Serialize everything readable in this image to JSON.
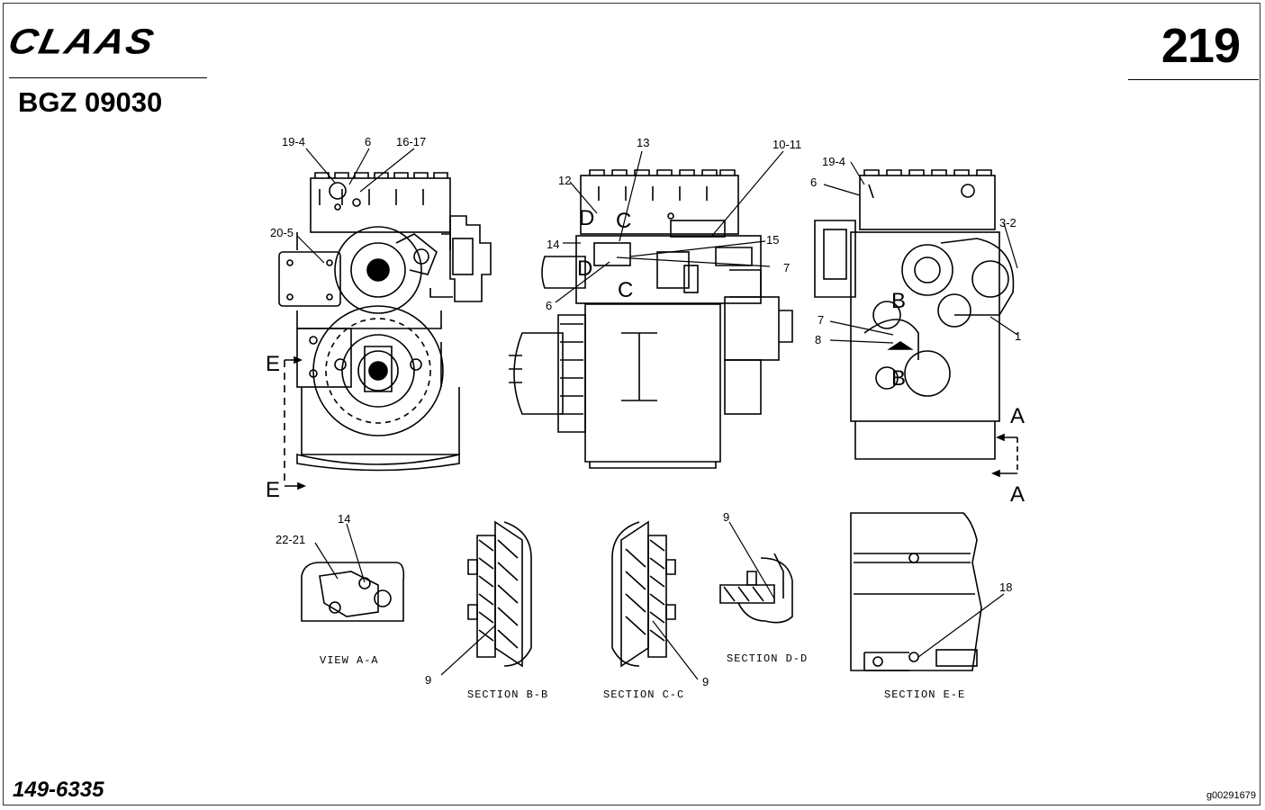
{
  "header": {
    "brand": "CLAAS",
    "page_number": "219",
    "doc_code": "BGZ 09030"
  },
  "footer": {
    "part_code": "149-6335",
    "image_id": "g00291679"
  },
  "callouts": {
    "front_19_4": "19-4",
    "front_6": "6",
    "front_16_17": "16-17",
    "front_20_5": "20-5",
    "front_E_top": "E",
    "front_E_bottom": "E",
    "side_13": "13",
    "side_12": "12",
    "side_10_11": "10-11",
    "side_14": "14",
    "side_15": "15",
    "side_7": "7",
    "side_6": "6",
    "side_D_top": "D",
    "side_C_top": "C",
    "side_D_bottom": "D",
    "side_C_bottom": "C",
    "rear_19_4": "19-4",
    "rear_6": "6",
    "rear_3_2": "3-2",
    "rear_7": "7",
    "rear_8": "8",
    "rear_1": "1",
    "rear_B_top": "B",
    "rear_B_bottom": "B",
    "rear_A_top": "A",
    "rear_A_bottom": "A",
    "va_22_21": "22-21",
    "va_14": "14",
    "bb_9": "9",
    "cc_9": "9",
    "dd_9": "9",
    "ee_18": "18"
  },
  "captions": {
    "view_a": "VIEW A-A",
    "section_b": "SECTION B-B",
    "section_c": "SECTION C-C",
    "section_d": "SECTION D-D",
    "section_e": "SECTION E-E"
  }
}
